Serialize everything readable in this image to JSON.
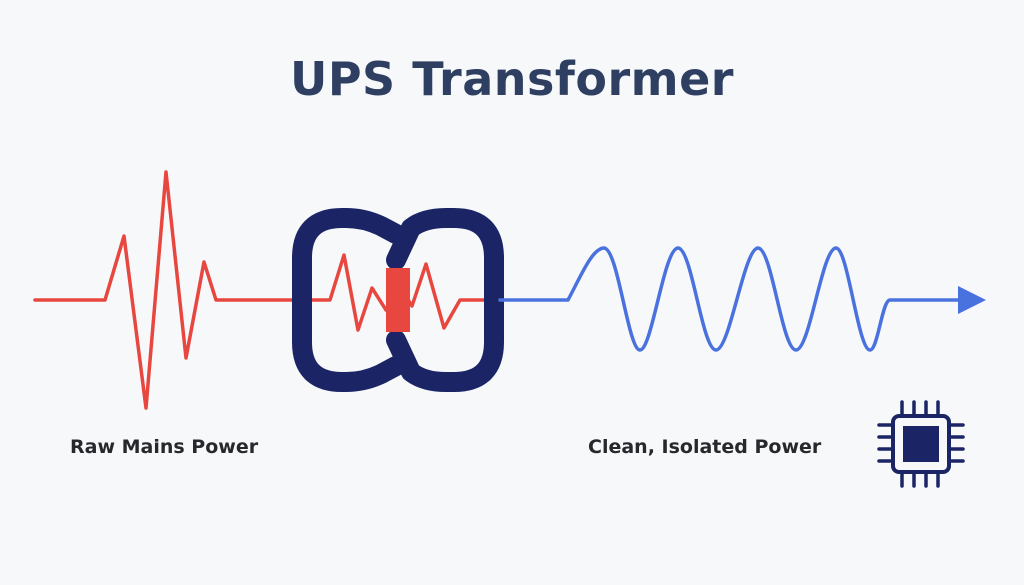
{
  "title": "UPS Transformer",
  "labels": {
    "input": "Raw Mains Power",
    "output": "Clean, Isolated Power"
  },
  "colors": {
    "title": "#2f3f62",
    "input_wave": "#e8473f",
    "output_wave": "#4a72df",
    "transformer": "#1b2566",
    "core": "#e8473f",
    "chip": "#1b2566"
  },
  "icons": {
    "transformer": "transformer-icon",
    "chip": "microchip-icon",
    "arrow": "arrow-right-icon"
  }
}
